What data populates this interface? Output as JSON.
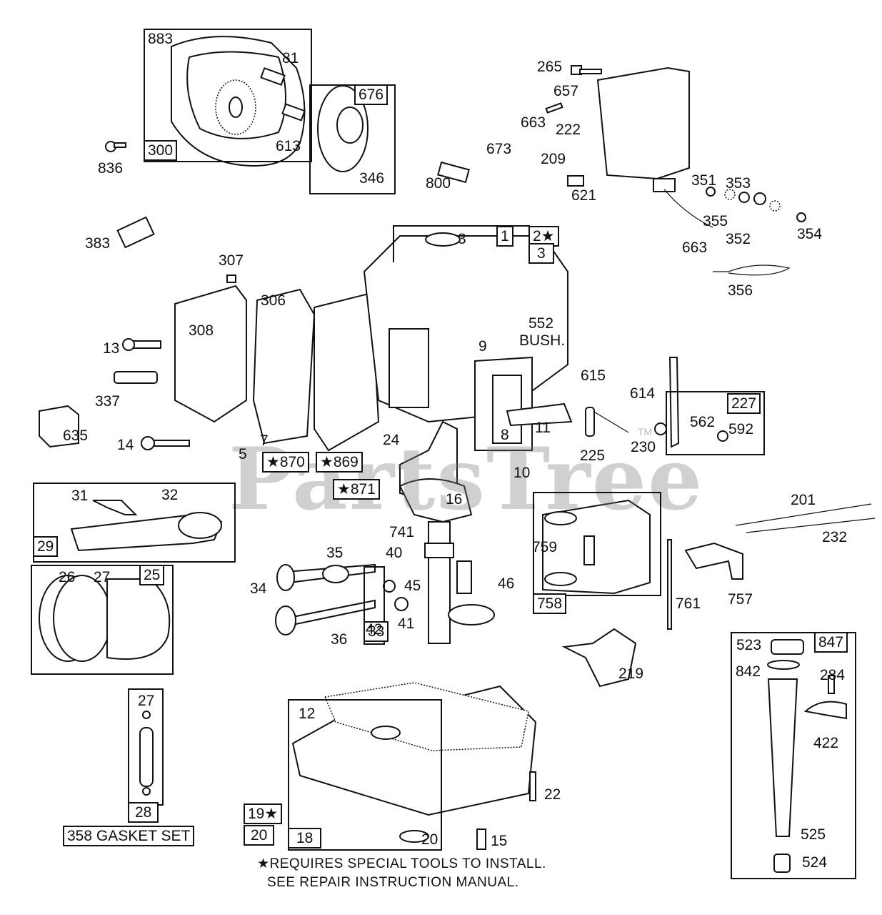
{
  "diagram": {
    "type": "exploded-parts-diagram",
    "subject": "Engine cylinder, crankcase and internal parts",
    "watermark": "PartsTree",
    "watermark_tm": "TM",
    "footnote": {
      "line1": "★REQUIRES SPECIAL TOOLS TO INSTALL.",
      "line2": "SEE REPAIR INSTRUCTION MANUAL."
    },
    "groups": {
      "blower_housing": {
        "box_label": "300",
        "parts": [
          "883",
          "81",
          "613"
        ]
      },
      "rewind_starter": {
        "box_label": "676",
        "parts": [
          "346"
        ]
      },
      "cylinder": {
        "box_labels": [
          "1",
          "2★",
          "3"
        ],
        "parts": [
          "3"
        ]
      },
      "connecting_rod": {
        "box_label": "29",
        "parts": [
          "31",
          "32"
        ]
      },
      "piston": {
        "box_label": "25",
        "parts": [
          "26",
          "27"
        ]
      },
      "valve": {
        "box_labels": [
          "42",
          "33"
        ]
      },
      "bearing_support": {
        "box_label": "758",
        "parts": [
          "759"
        ]
      },
      "governor_lever": {
        "box_label": "227",
        "parts": [
          "562",
          "592"
        ]
      },
      "dipstick_tube": {
        "box_label": "847",
        "parts": [
          "523",
          "842",
          "284",
          "422",
          "525",
          "524"
        ]
      },
      "piston_pin": {
        "box_label": "28",
        "parts": [
          "27"
        ]
      },
      "gasket_set": {
        "box_label": "358 GASKET SET"
      },
      "sump": {
        "box_labels": [
          "19★",
          "20",
          "18"
        ],
        "parts": [
          "12",
          "20"
        ]
      },
      "head_gaskets": {
        "box_labels": [
          "★870",
          "★869",
          "★871"
        ]
      }
    },
    "labels": {
      "p883": "883",
      "p81": "81",
      "p676": "676",
      "p300": "300",
      "p613": "613",
      "p836": "836",
      "p346": "346",
      "p265": "265",
      "p657": "657",
      "p663a": "663",
      "p222": "222",
      "p673": "673",
      "p209": "209",
      "p800": "800",
      "p621": "621",
      "p351": "351",
      "p353": "353",
      "p355": "355",
      "p352": "352",
      "p354": "354",
      "p663b": "663",
      "p356": "356",
      "p383": "383",
      "p307": "307",
      "p306": "306",
      "p308": "308",
      "p13": "13",
      "p337": "337",
      "p635": "635",
      "p14": "14",
      "p7": "7",
      "p5": "5",
      "p24": "24",
      "p3": "3",
      "p1": "1",
      "p2": "2★",
      "p3b": "3",
      "p552": "552",
      "p552b": "BUSH.",
      "p9": "9",
      "p615": "615",
      "p614": "614",
      "p227": "227",
      "p562": "562",
      "p592": "592",
      "p8": "8",
      "p11": "11",
      "p225": "225",
      "p230": "230",
      "p10": "10",
      "p870": "★870",
      "p869": "★869",
      "p871": "★871",
      "p31": "31",
      "p32": "32",
      "p29": "29",
      "p16": "16",
      "p741": "741",
      "p201": "201",
      "p232": "232",
      "p759": "759",
      "p758": "758",
      "p761": "761",
      "p757": "757",
      "p35": "35",
      "p40": "40",
      "p34": "34",
      "p45": "45",
      "p46": "46",
      "p41": "41",
      "p36": "36",
      "p42": "42",
      "p33": "33",
      "p26": "26",
      "p27": "27",
      "p25": "25",
      "p219": "219",
      "p523": "523",
      "p847": "847",
      "p842": "842",
      "p284": "284",
      "p422": "422",
      "p525": "525",
      "p524": "524",
      "p27b": "27",
      "p28": "28",
      "p358": "358 GASKET SET",
      "p12": "12",
      "p19": "19★",
      "p20a": "20",
      "p18": "18",
      "p20b": "20",
      "p22": "22",
      "p15": "15"
    }
  }
}
